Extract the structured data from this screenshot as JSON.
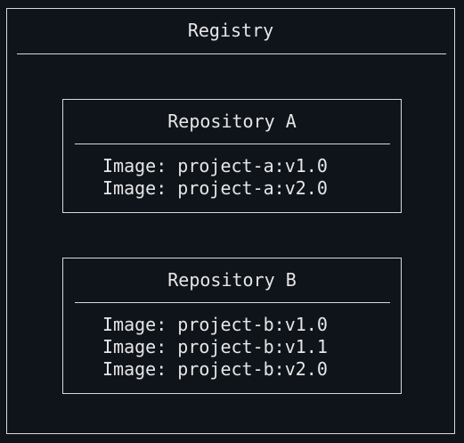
{
  "registry": {
    "title": "Registry",
    "repositories": [
      {
        "title": "Repository A",
        "images": [
          "Image: project-a:v1.0",
          "Image: project-a:v2.0"
        ]
      },
      {
        "title": "Repository B",
        "images": [
          "Image: project-b:v1.0",
          "Image: project-b:v1.1",
          "Image: project-b:v2.0"
        ]
      }
    ]
  }
}
